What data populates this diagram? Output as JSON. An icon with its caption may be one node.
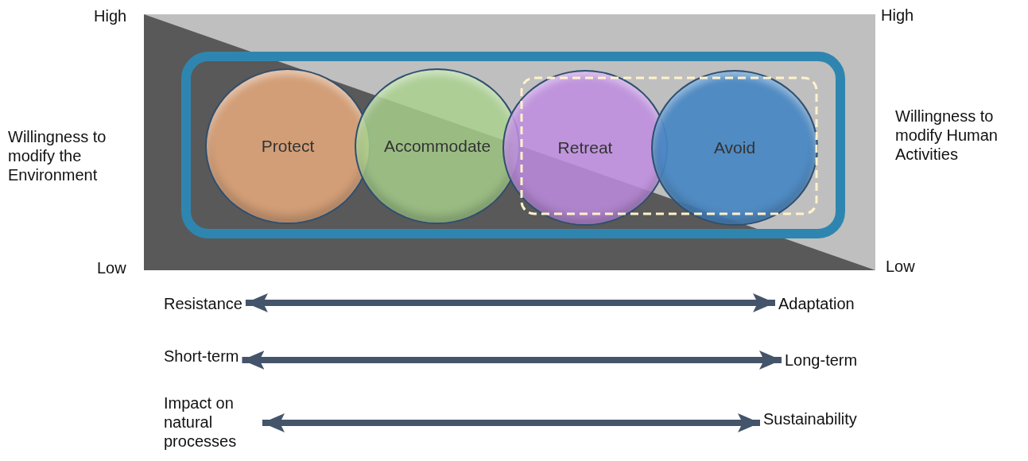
{
  "diagram": {
    "nodes": [
      {
        "text": [
          "Protect"
        ]
      },
      {
        "text": [
          "Accommodate"
        ]
      },
      {
        "text": [
          "Retreat"
        ]
      },
      {
        "text": [
          "Avoid"
        ]
      },
      {
        "text": [
          "Resistance"
        ]
      },
      {
        "text": [
          "Adaptation"
        ]
      },
      {
        "text": [
          "Short-term"
        ]
      },
      {
        "text": [
          "Long-term"
        ]
      },
      {
        "text": [
          "Impact on natural processes"
        ]
      },
      {
        "text": [
          "Sustainability"
        ]
      }
    ],
    "edges": [
      {
        "from": 4,
        "to": 5,
        "arrow": "both"
      },
      {
        "from": 6,
        "to": 7,
        "arrow": "both"
      },
      {
        "from": 8,
        "to": 9,
        "arrow": "both"
      }
    ],
    "labels": [
      "High",
      "High",
      "Willingness to modify the Environment",
      "Willingness to modify Human Activities",
      "Low",
      "Low"
    ]
  }
}
